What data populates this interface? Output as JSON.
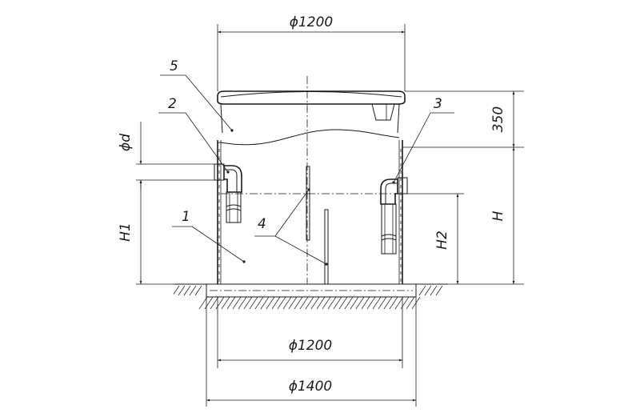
{
  "dimensions": {
    "top_diameter": "ϕ1200",
    "bottom_inner_diameter": "ϕ1200",
    "bottom_outer_diameter": "ϕ1400",
    "lid_height": "350",
    "total_height": "H",
    "inlet_height": "H1",
    "outlet_height": "H2",
    "pipe_diameter": "ϕd"
  },
  "callouts": {
    "body": "1",
    "inlet": "2",
    "outlet": "3",
    "baffles": "4",
    "lid": "5"
  }
}
